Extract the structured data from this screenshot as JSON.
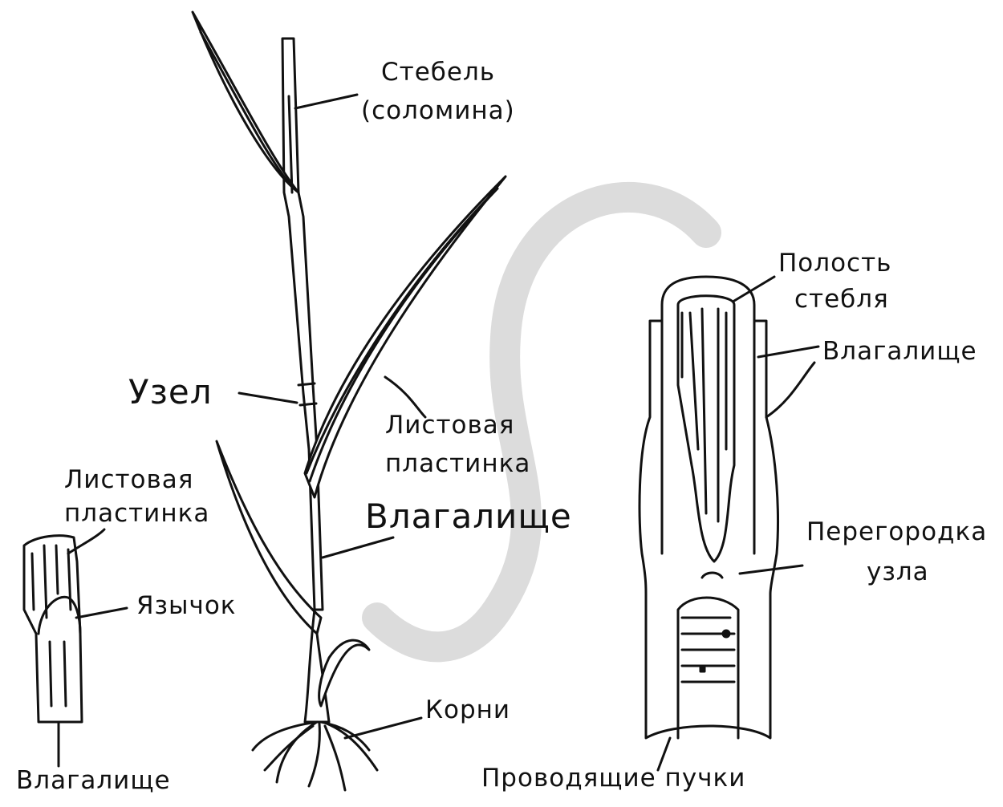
{
  "labels": {
    "stem_line1": "Стебель",
    "stem_line2": "(соломина)",
    "node": "Узел",
    "leaf_blade_line1": "Листовая",
    "leaf_blade_line2": "пластинка",
    "sheath_main": "Влагалище",
    "left_leaf_blade_line1": "Листовая",
    "left_leaf_blade_line2": "пластинка",
    "ligule": "Язычок",
    "roots": "Корни",
    "left_sheath": "Влагалище",
    "cavity_line1": "Полость",
    "cavity_line2": "стебля",
    "right_sheath": "Влагалище",
    "septum_line1": "Перегородка",
    "septum_line2": "узла",
    "vascular_bundles": "Проводящие пучки"
  },
  "colors": {
    "ink": "#111111",
    "watermark": "#d9d9d9"
  }
}
